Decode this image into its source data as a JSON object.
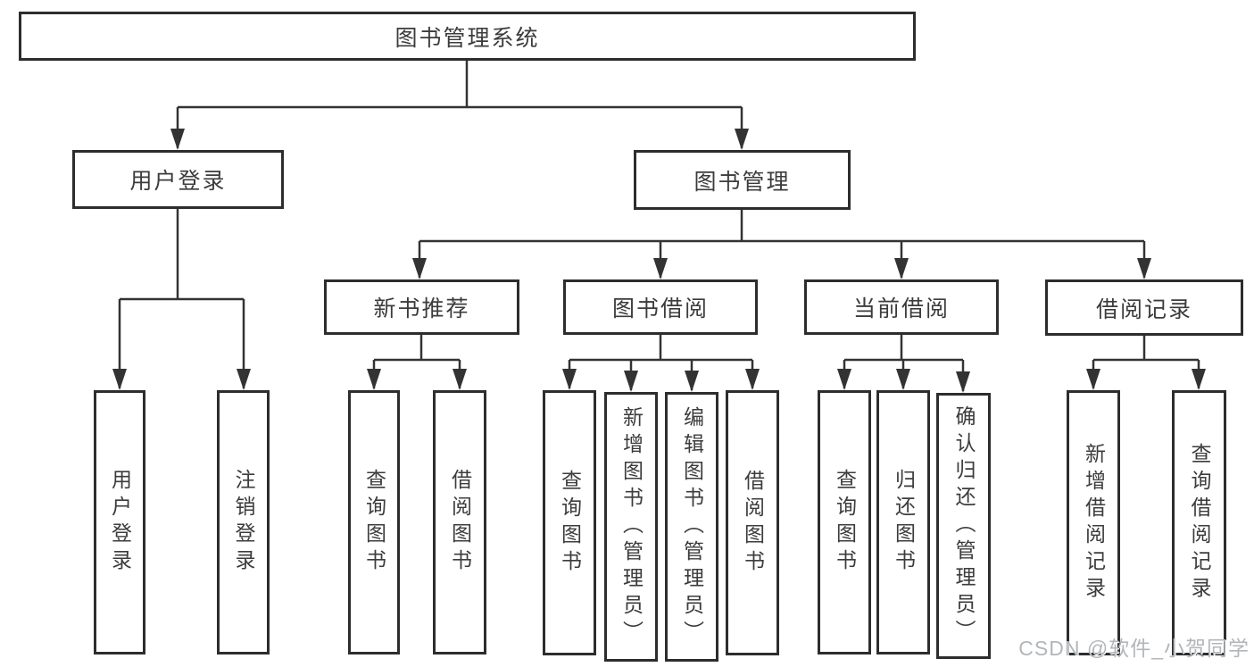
{
  "diagram_type": "tree-diagram",
  "colors": {
    "line": "#333333",
    "border": "#2d2d2d",
    "text": "#3c3c3c",
    "background": "#ffffff",
    "watermark_text": "#b2b6b9"
  },
  "watermark": "CSDN @软件_小贺同学",
  "hierarchy": {
    "label": "图书管理系统",
    "children": [
      {
        "label": "用户登录",
        "children": [
          {
            "label": "用户登录"
          },
          {
            "label": "注销登录"
          }
        ]
      },
      {
        "label": "图书管理",
        "children": [
          {
            "label": "新书推荐",
            "children": [
              {
                "label": "查询图书"
              },
              {
                "label": "借阅图书"
              }
            ]
          },
          {
            "label": "图书借阅",
            "children": [
              {
                "label": "查询图书"
              },
              {
                "label": "新增图书（管理员）"
              },
              {
                "label": "编辑图书（管理员）"
              },
              {
                "label": "借阅图书"
              }
            ]
          },
          {
            "label": "当前借阅",
            "children": [
              {
                "label": "查询图书"
              },
              {
                "label": "归还图书"
              },
              {
                "label": "确认归还（管理员）"
              }
            ]
          },
          {
            "label": "借阅记录",
            "children": [
              {
                "label": "新增借阅记录"
              },
              {
                "label": "查询借阅记录"
              }
            ]
          }
        ]
      }
    ]
  }
}
